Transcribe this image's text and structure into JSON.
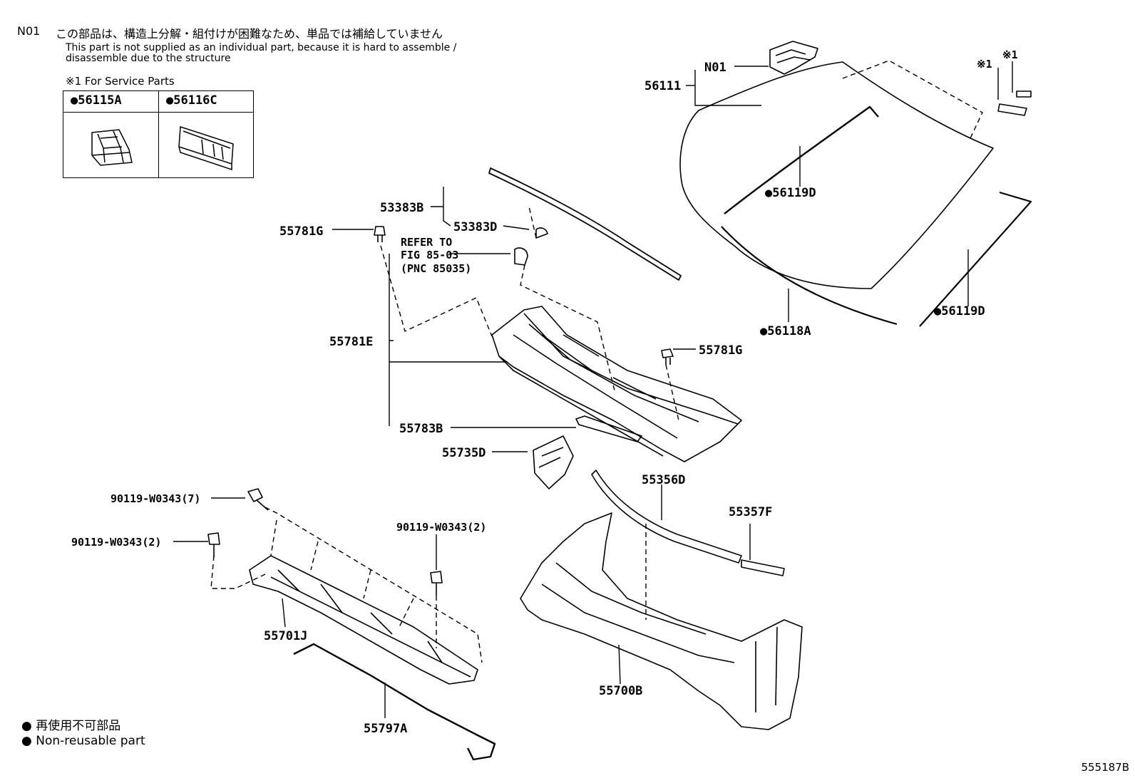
{
  "note": {
    "code": "N01",
    "jp": "この部品は、構造上分解・組付けが困難なため、単品では補給していません",
    "en_line1": "This part is not supplied as an individual part, because it is hard to assemble /",
    "en_line2": "disassemble due to the structure",
    "service_title": "※1 For Service Parts"
  },
  "service_parts": [
    {
      "label": "●56115A",
      "icon": "clip-part-icon"
    },
    {
      "label": "●56116C",
      "icon": "bracket-part-icon"
    }
  ],
  "legend": {
    "jp": "● 再使用不可部品",
    "en": "● Non-reusable part"
  },
  "figure_id": "555187B",
  "callouts": {
    "c56111": "56111",
    "cN01": "N01",
    "star1a": "※1",
    "star1b": "※1",
    "c56119D_top": "●56119D",
    "c56119D_right": "●56119D",
    "c56118A": "●56118A",
    "c53383B": "53383B",
    "c53383D": "53383D",
    "c55781G_left": "55781G",
    "refer1": "REFER TO",
    "refer2": "FIG 85-03",
    "refer3": "(PNC 85035)",
    "c55781E": "55781E",
    "c55781G_right": "55781G",
    "c55783B": "55783B",
    "c55735D": "55735D",
    "c55356D": "55356D",
    "c55357F": "55357F",
    "c90119_7": "90119-W0343(7)",
    "c90119_2a": "90119-W0343(2)",
    "c90119_2b": "90119-W0343(2)",
    "c55701J": "55701J",
    "c55797A": "55797A",
    "c55700B": "55700B"
  }
}
